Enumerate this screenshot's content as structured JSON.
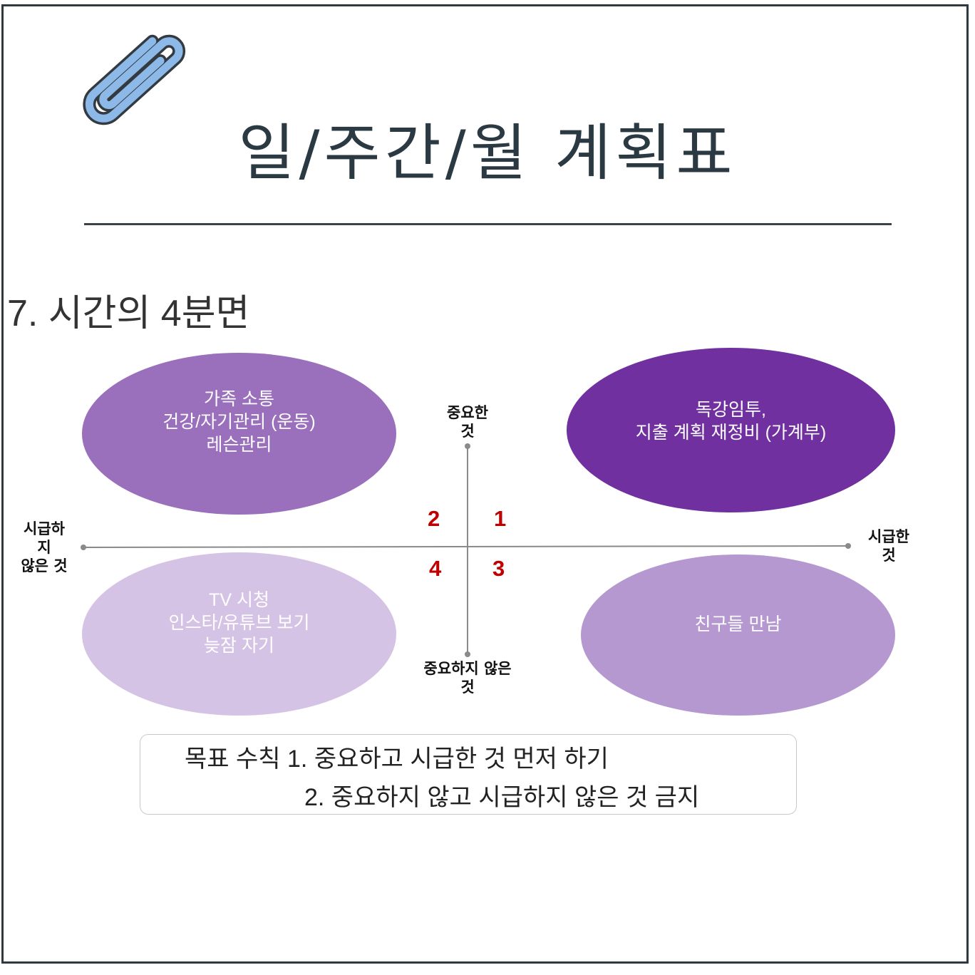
{
  "title": "일/주간/월 계획표",
  "section_heading": "7. 시간의 4분면",
  "icons": {
    "clip": "paperclip-icon"
  },
  "colors": {
    "quadrant_1": "#7030a0",
    "quadrant_2": "#9a6fbc",
    "quadrant_3": "#b598d0",
    "quadrant_4": "#d5c3e5",
    "number_color": "#c00000",
    "clip_fill": "#8cb9e8"
  },
  "axes": {
    "top": [
      "중요한",
      "것"
    ],
    "bottom": [
      "중요하지 않은",
      "것"
    ],
    "left": [
      "시급하",
      "지",
      "않은 것"
    ],
    "right": [
      "시급한",
      "것"
    ]
  },
  "quadrants": {
    "q1": {
      "number": "1",
      "items": [
        "독강임투,",
        "지출 계획 재정비 (가계부)"
      ]
    },
    "q2": {
      "number": "2",
      "items": [
        "가족 소통",
        "건강/자기관리 (운동)",
        "레슨관리"
      ]
    },
    "q3": {
      "number": "3",
      "items": [
        "친구들 만남"
      ]
    },
    "q4": {
      "number": "4",
      "items": [
        "TV 시청",
        "인스타/유튜브 보기",
        "늦잠 자기"
      ]
    }
  },
  "goal_rules": {
    "line1": "목표 수칙 1. 중요하고 시급한 것 먼저 하기",
    "line2": "2. 중요하지 않고 시급하지 않은 것 금지"
  }
}
